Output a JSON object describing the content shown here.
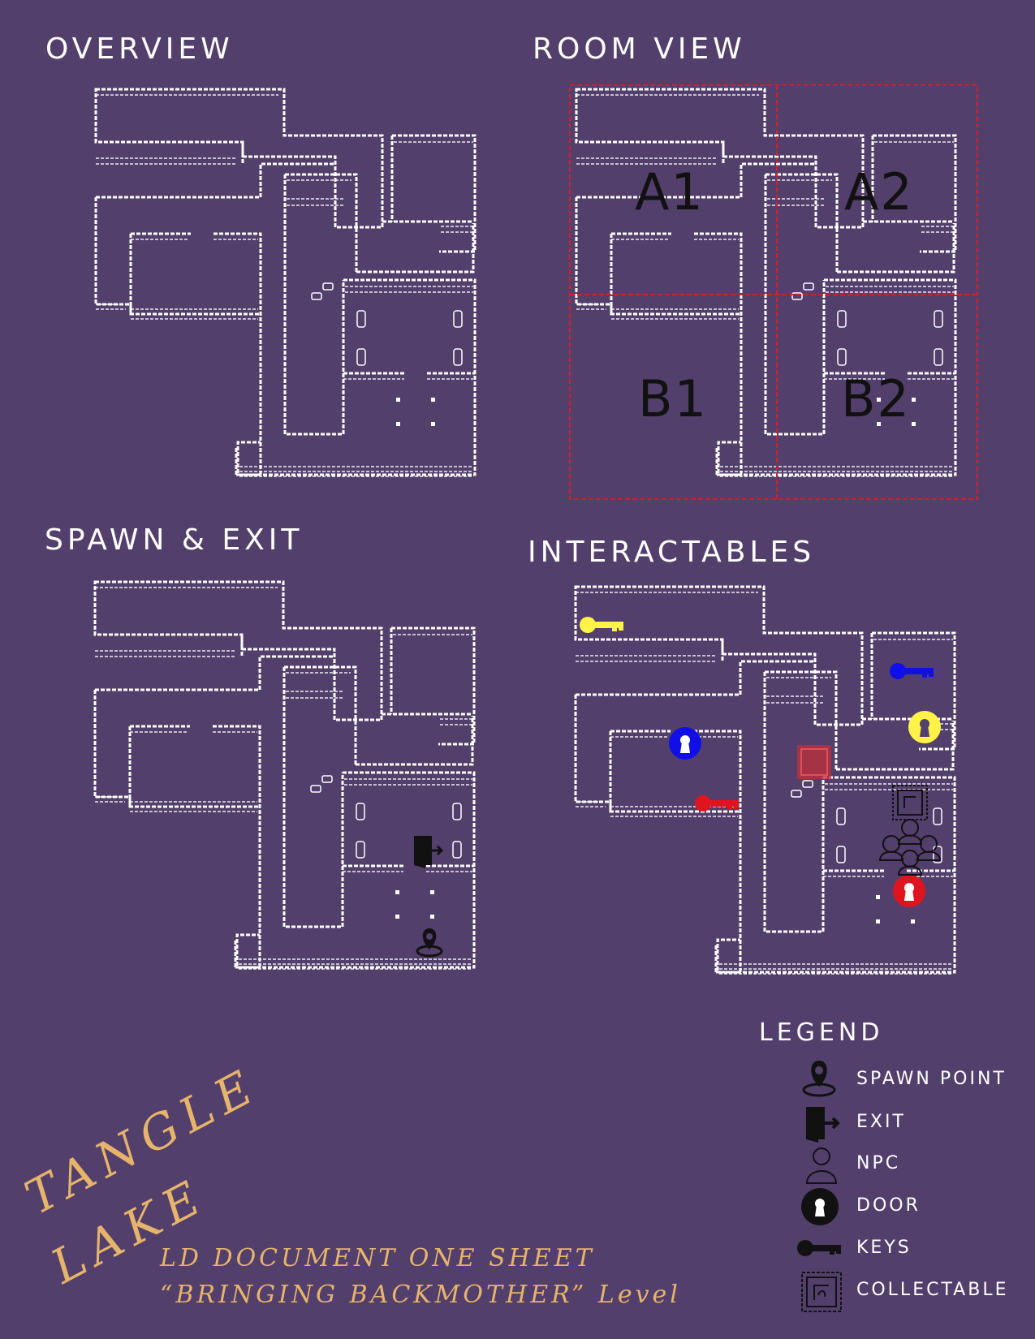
{
  "sections": {
    "overview": "OVERVIEW",
    "room_view": "ROOM VIEW",
    "spawn_exit": "SPAWN & EXIT",
    "interactables": "INTERACTABLES"
  },
  "rooms": [
    "A1",
    "A2",
    "B1",
    "B2"
  ],
  "legend": {
    "title": "LEGEND",
    "items": [
      {
        "label": "SPAWN POINT",
        "icon": "map-pin-icon"
      },
      {
        "label": "EXIT",
        "icon": "exit-door-icon"
      },
      {
        "label": "NPC",
        "icon": "person-icon"
      },
      {
        "label": "DOOR",
        "icon": "keyhole-icon"
      },
      {
        "label": "KEYS",
        "icon": "key-icon"
      },
      {
        "label": "COLLECTABLE",
        "icon": "stamp-icon"
      }
    ]
  },
  "title": {
    "line1": "TANGLE",
    "line2": "LAKE",
    "sub1": "LD DOCUMENT ONE SHEET",
    "sub2": "“BRINGING BACKMOTHER” Level"
  },
  "colors": {
    "background": "#533f6b",
    "wall": "#ffffff",
    "room_grid": "#d0202a",
    "yellow": "#fff34a",
    "blue": "#1010e6",
    "red": "#e0141e",
    "gold_text": "#e6b46b"
  },
  "interactables": [
    {
      "type": "key",
      "color": "yellow"
    },
    {
      "type": "key",
      "color": "blue"
    },
    {
      "type": "door",
      "color": "yellow"
    },
    {
      "type": "door",
      "color": "blue"
    },
    {
      "type": "key",
      "color": "red"
    },
    {
      "type": "collectable",
      "color": "red"
    },
    {
      "type": "collectable",
      "color": "black"
    },
    {
      "type": "npc",
      "color": "black"
    },
    {
      "type": "door",
      "color": "red"
    }
  ]
}
